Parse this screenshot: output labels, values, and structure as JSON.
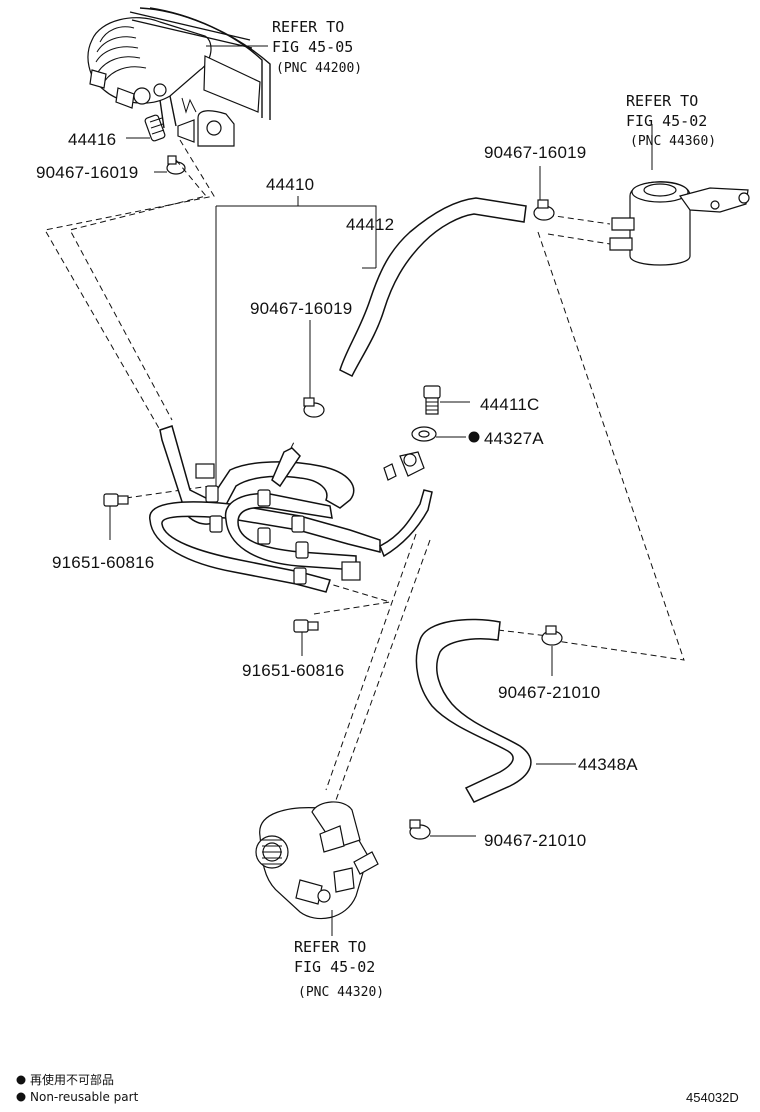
{
  "references": {
    "top_left": {
      "line1": "REFER TO",
      "line2": "FIG 45-05",
      "pnc": "(PNC 44200)"
    },
    "top_right": {
      "line1": "REFER TO",
      "line2": "FIG 45-02",
      "pnc": "(PNC 44360)"
    },
    "bottom": {
      "line1": "REFER TO",
      "line2": "FIG 45-02",
      "pnc": "(PNC 44320)"
    }
  },
  "parts": {
    "p44416": "44416",
    "clamp_top_left": "90467-16019",
    "p44410": "44410",
    "p44412": "44412",
    "clamp_mid": "90467-16019",
    "clamp_top_right": "90467-16019",
    "p44411c": "44411C",
    "p44327a": "44327A",
    "bolt_left": "91651-60816",
    "bolt_bottom": "91651-60816",
    "clamp_lower_1": "90467-21010",
    "p44348a": "44348A",
    "clamp_lower_2": "90467-21010"
  },
  "legend": {
    "reuse_cn": "再使用不可部品",
    "reuse_en": "Non-reusable part"
  },
  "diagram_code": "454032D"
}
